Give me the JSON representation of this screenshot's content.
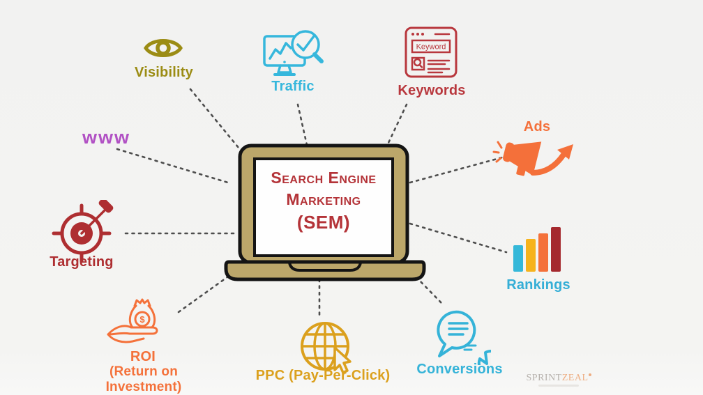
{
  "title": "Search Engine Marketing (SEM)",
  "laptop": {
    "screen_lines": {
      "line1": "Search Engine",
      "line2": "Marketing",
      "line3": "(SEM)"
    },
    "text_color": "#b43338",
    "body_color": "#bca76a",
    "outline_color": "#141414"
  },
  "nodes": {
    "visibility": {
      "label": "Visibility",
      "color": "#9b8c14",
      "icon": "eye-icon"
    },
    "traffic": {
      "label": "Traffic",
      "color": "#36b7dc",
      "icon": "monitor-search-icon"
    },
    "keywords": {
      "label": "Keywords",
      "color": "#b8373d",
      "icon": "browser-keyword-icon",
      "icon_text": "Keyword"
    },
    "ads": {
      "label": "Ads",
      "color": "#f4703a",
      "icon": "megaphone-growth-arrow-icon"
    },
    "www": {
      "label": "www",
      "color": "#b151c4"
    },
    "targeting": {
      "label": "Targeting",
      "color": "#ae2e31",
      "icon": "target-dart-icon"
    },
    "rankings": {
      "label": "Rankings",
      "color": "#35aed6",
      "icon": "bar-chart-icon",
      "bar_colors": [
        "#35b8d9",
        "#f6b31c",
        "#f4713a",
        "#a5292e"
      ]
    },
    "conversions": {
      "label": "Conversions",
      "color": "#35b3d8",
      "icon": "chat-bubbles-icon"
    },
    "ppc": {
      "label": "PPC (Pay-Per-Click)",
      "color": "#dba01d",
      "icon": "globe-cursor-icon"
    },
    "roi": {
      "label": "ROI",
      "sublabel": "(Return on Investment)",
      "color": "#f4713a",
      "icon": "money-bag-hand-icon",
      "icon_text": "$"
    }
  },
  "watermark": {
    "brand_part1": "SPRINT",
    "brand_part2": "ZEAL"
  },
  "colors": {
    "background": "#f3f3f1",
    "connector": "#4d4d4d",
    "watermark_gray": "#8f8780",
    "watermark_orange": "#e8823c"
  }
}
